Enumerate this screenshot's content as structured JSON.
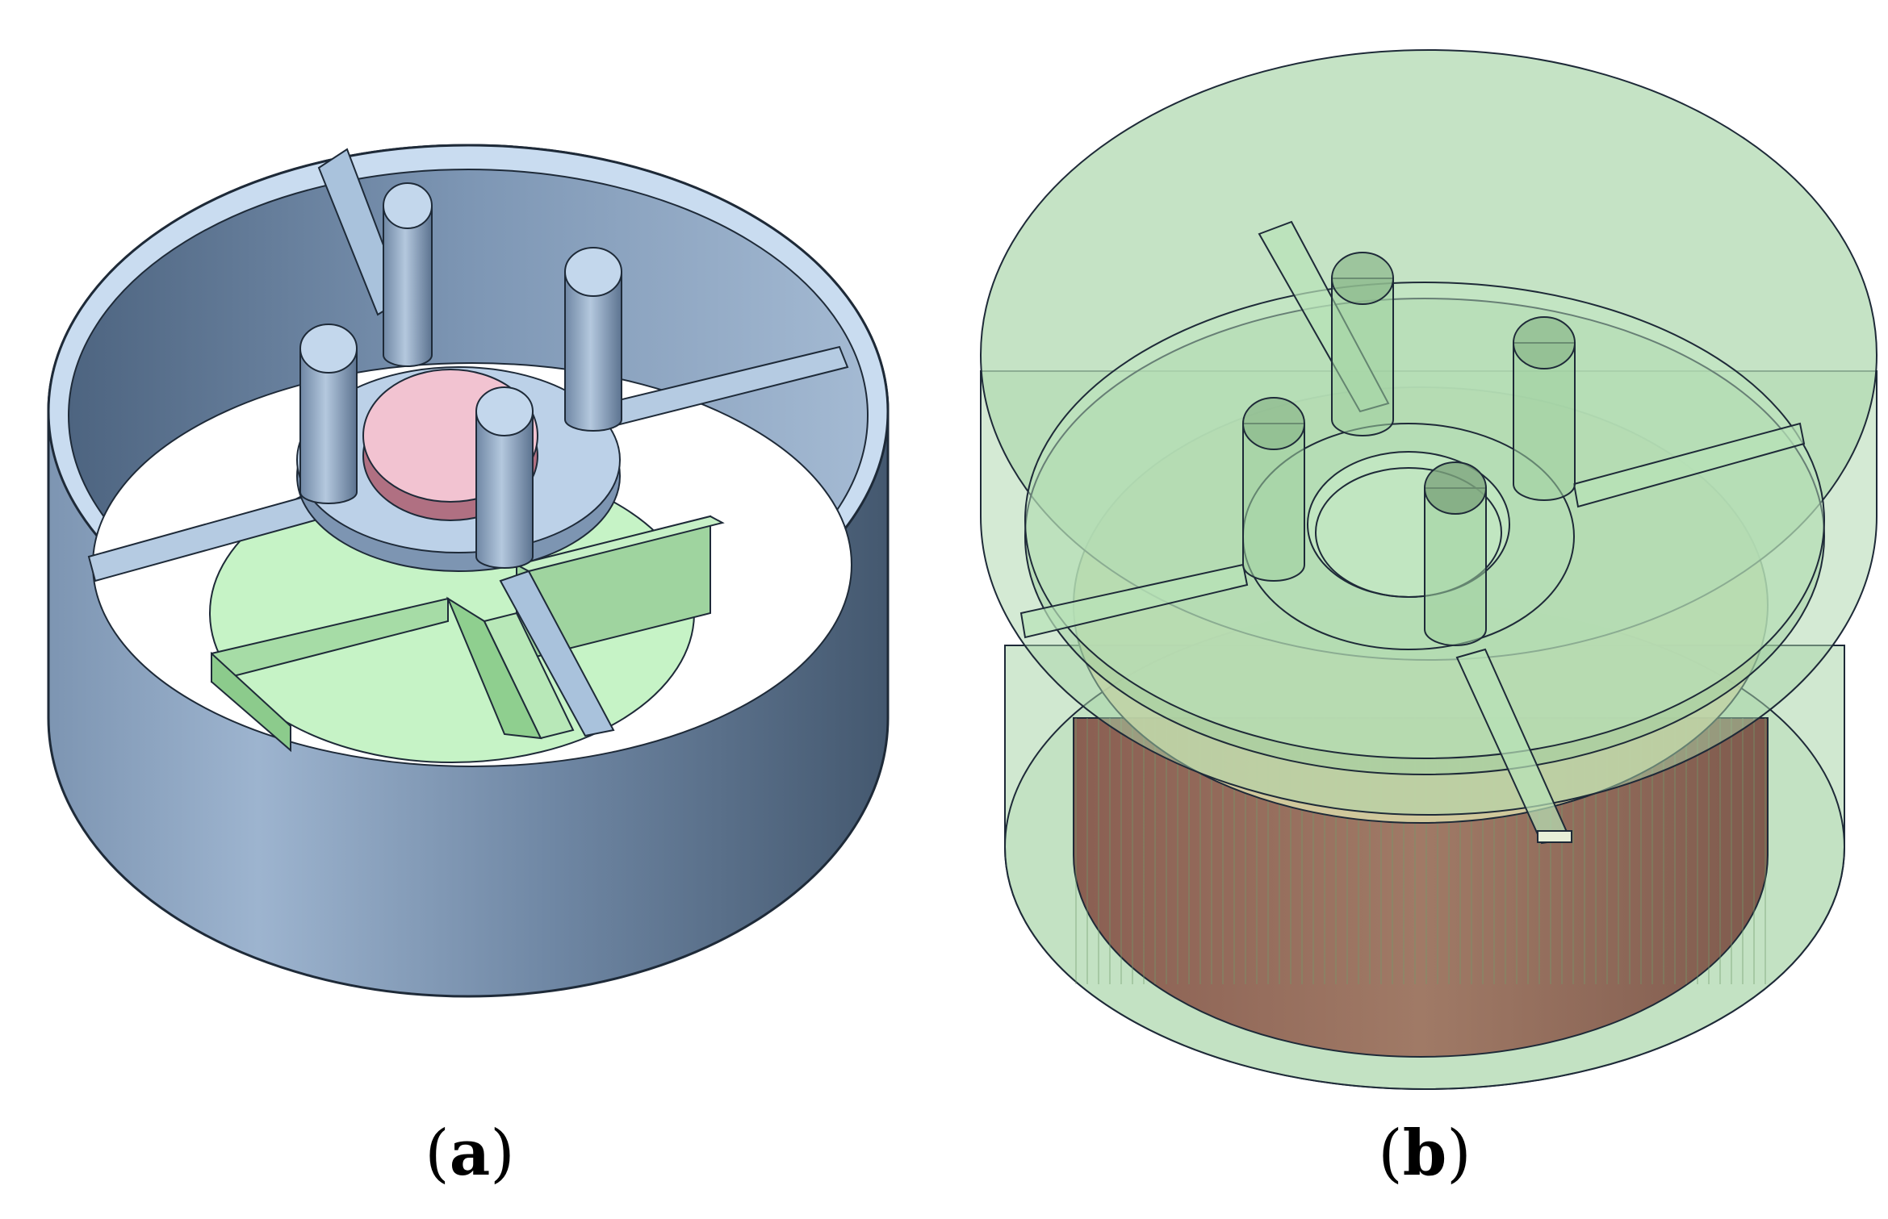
{
  "panels": [
    {
      "id": "a",
      "caption_open": "(",
      "caption_letter": "a",
      "caption_close": ")"
    },
    {
      "id": "b",
      "caption_open": "(",
      "caption_letter": "b",
      "caption_close": ")"
    }
  ],
  "colors": {
    "blue_light": "#c7ddf2",
    "blue_mid": "#8fa9c6",
    "blue_dark": "#4f6782",
    "green_light": "#c6f0c6",
    "green_mid": "#9fd79f",
    "green_dark": "#6eb06e",
    "pink": "#f3c5d2",
    "pink_dark": "#b07082",
    "trans_green": "#9fcf9f",
    "brown": "#9a6a5a",
    "tan": "#d7d2a2"
  }
}
